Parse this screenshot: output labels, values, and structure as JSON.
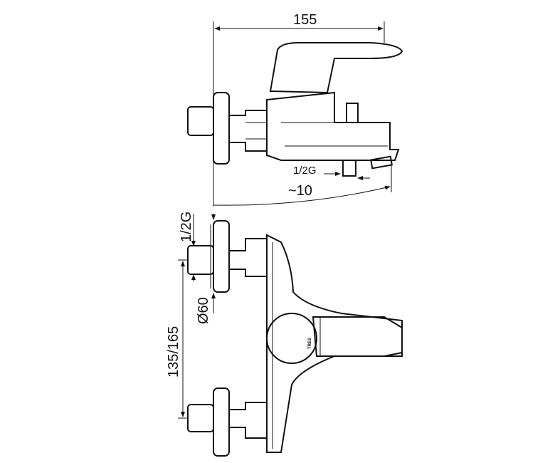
{
  "labels": {
    "width_dim": "155",
    "top_thread": "1/2G",
    "projection": "~10",
    "side_thread": "1/2G",
    "plate_diameter": "Ø60",
    "center_distance": "135/165"
  },
  "logo": "TRES"
}
